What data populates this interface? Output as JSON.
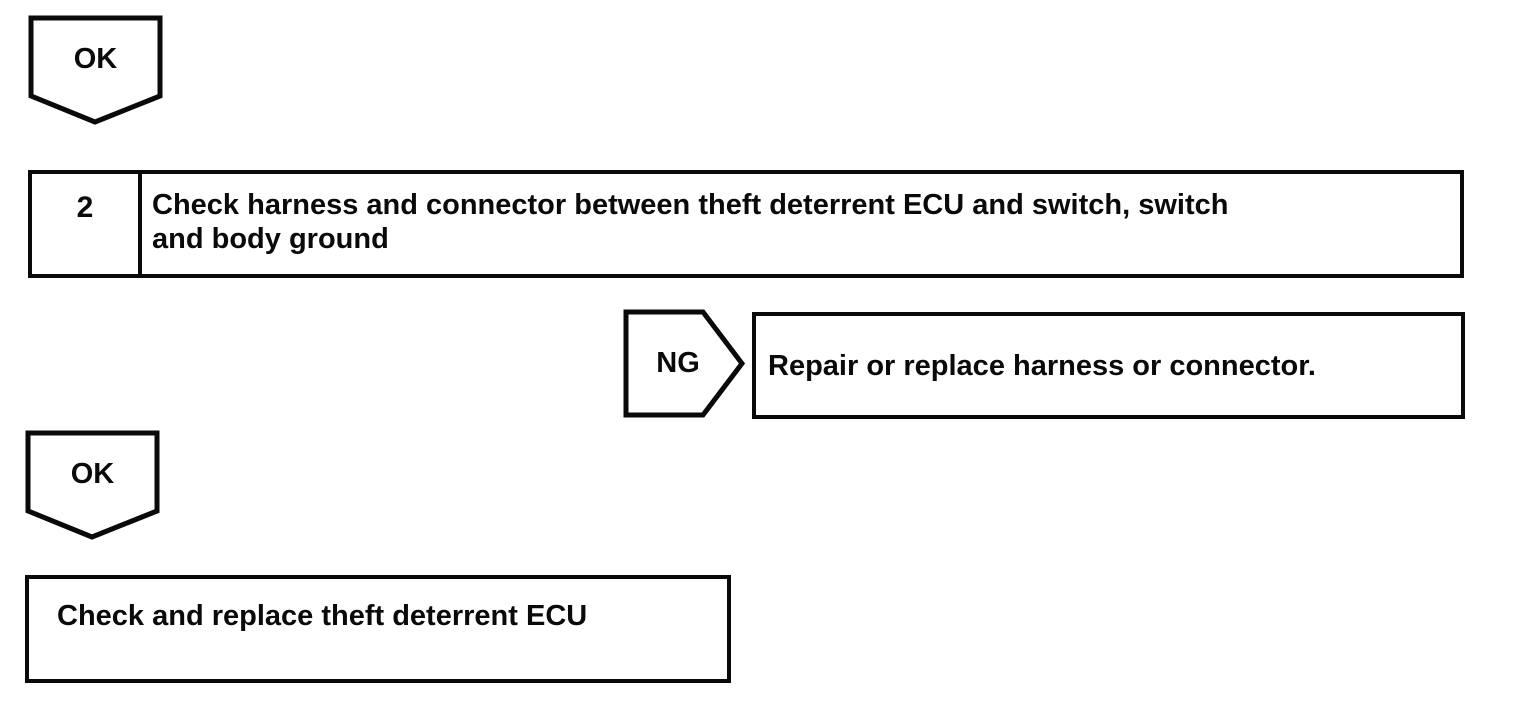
{
  "page": {
    "background": "#ffffff",
    "ink": "#0a0a0a"
  },
  "flowchart": {
    "connector_ok_top": {
      "label": "OK"
    },
    "step": {
      "number": "2",
      "instruction": "Check harness and connector between theft deterrent ECU and switch, switch\nand body ground"
    },
    "connector_ng": {
      "label": "NG"
    },
    "ng_action": {
      "text": "Repair or replace harness or connector."
    },
    "connector_ok_bottom": {
      "label": "OK"
    },
    "ok_action": {
      "text": "Check and replace theft deterrent ECU"
    }
  }
}
